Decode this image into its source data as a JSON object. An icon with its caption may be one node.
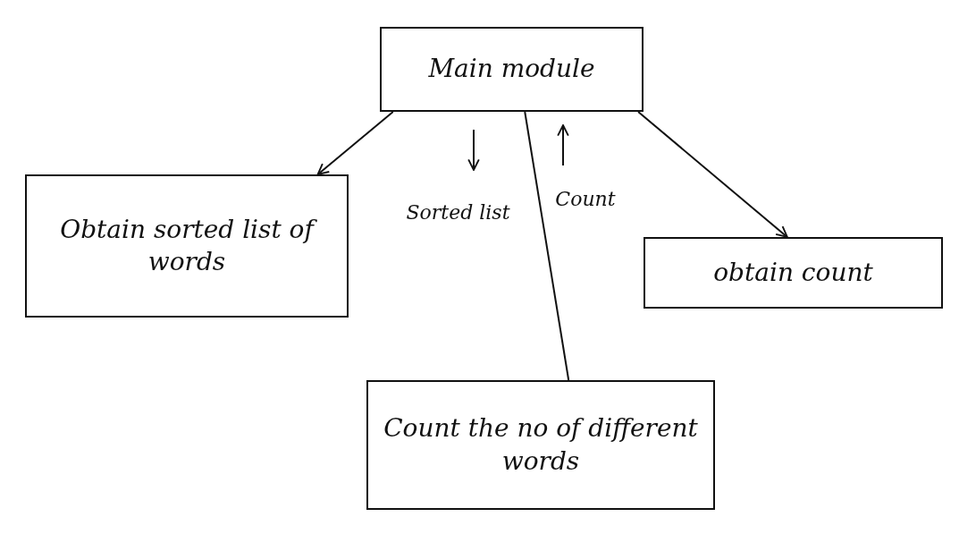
{
  "diagram": {
    "nodes": [
      {
        "text": [
          "Main module"
        ]
      },
      {
        "text": [
          "Obtain sorted list of words"
        ]
      },
      {
        "text": [
          "obtain count"
        ]
      },
      {
        "text": [
          "Count the no of different words"
        ]
      }
    ],
    "edges": [
      {
        "from": 0,
        "to": 1,
        "arrow": "to"
      },
      {
        "from": 0,
        "to": 2,
        "arrow": "to"
      },
      {
        "from": 0,
        "to": 3,
        "arrow": "none"
      }
    ],
    "labels": [
      "Sorted list",
      "Count"
    ]
  }
}
